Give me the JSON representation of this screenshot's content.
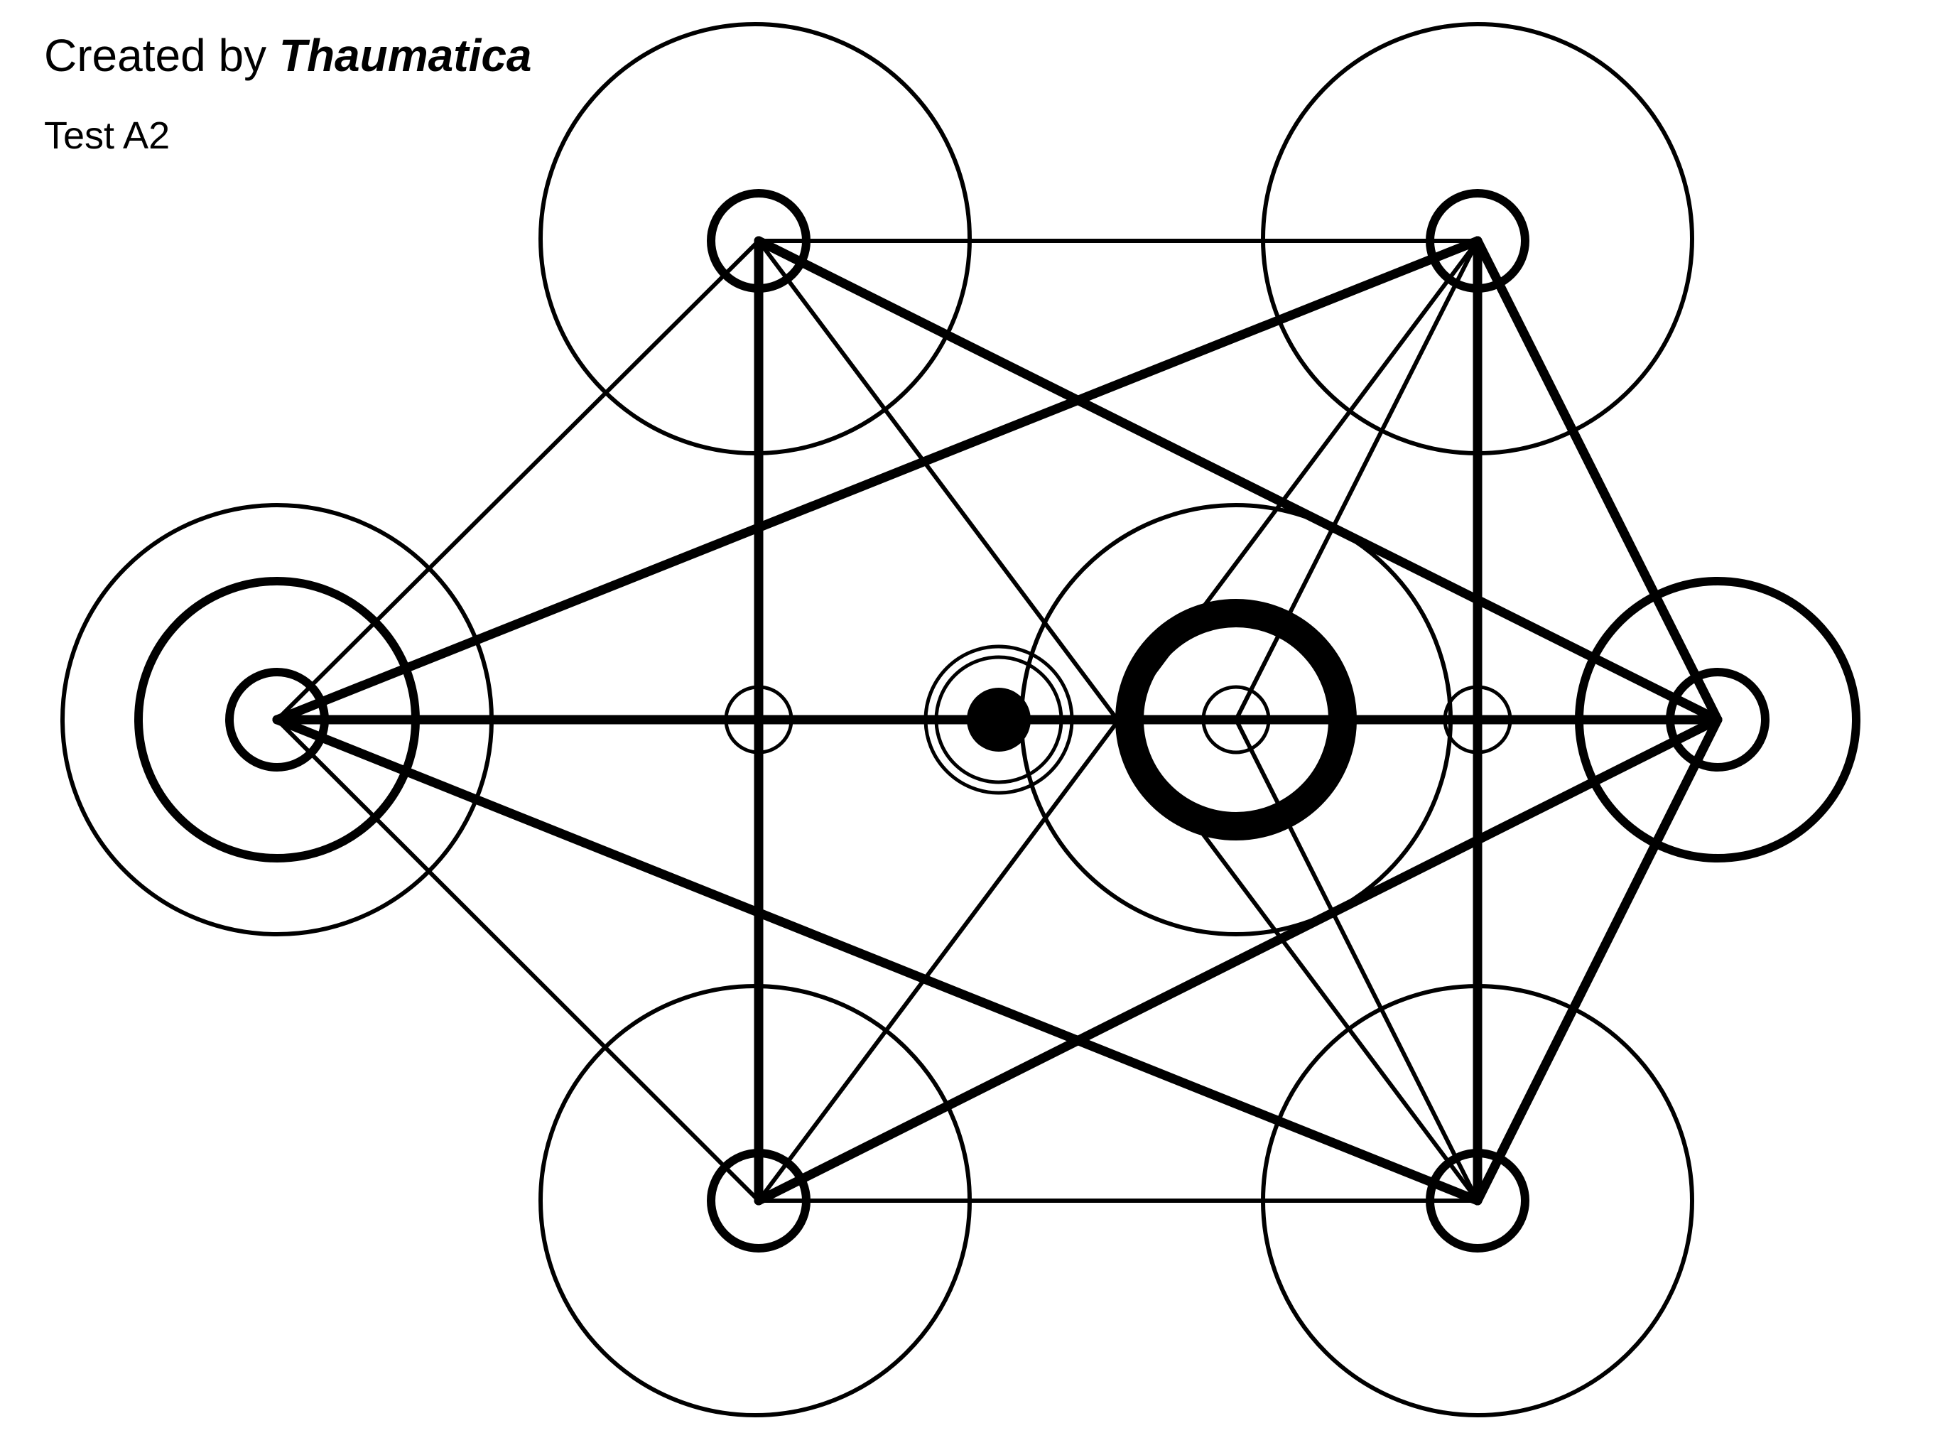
{
  "header": {
    "credit_prefix": "Created by ",
    "credit_author": "Thaumatica",
    "test_label": "Test A2"
  },
  "colors": {
    "ink": "#000000",
    "background": "#ffffff"
  }
}
